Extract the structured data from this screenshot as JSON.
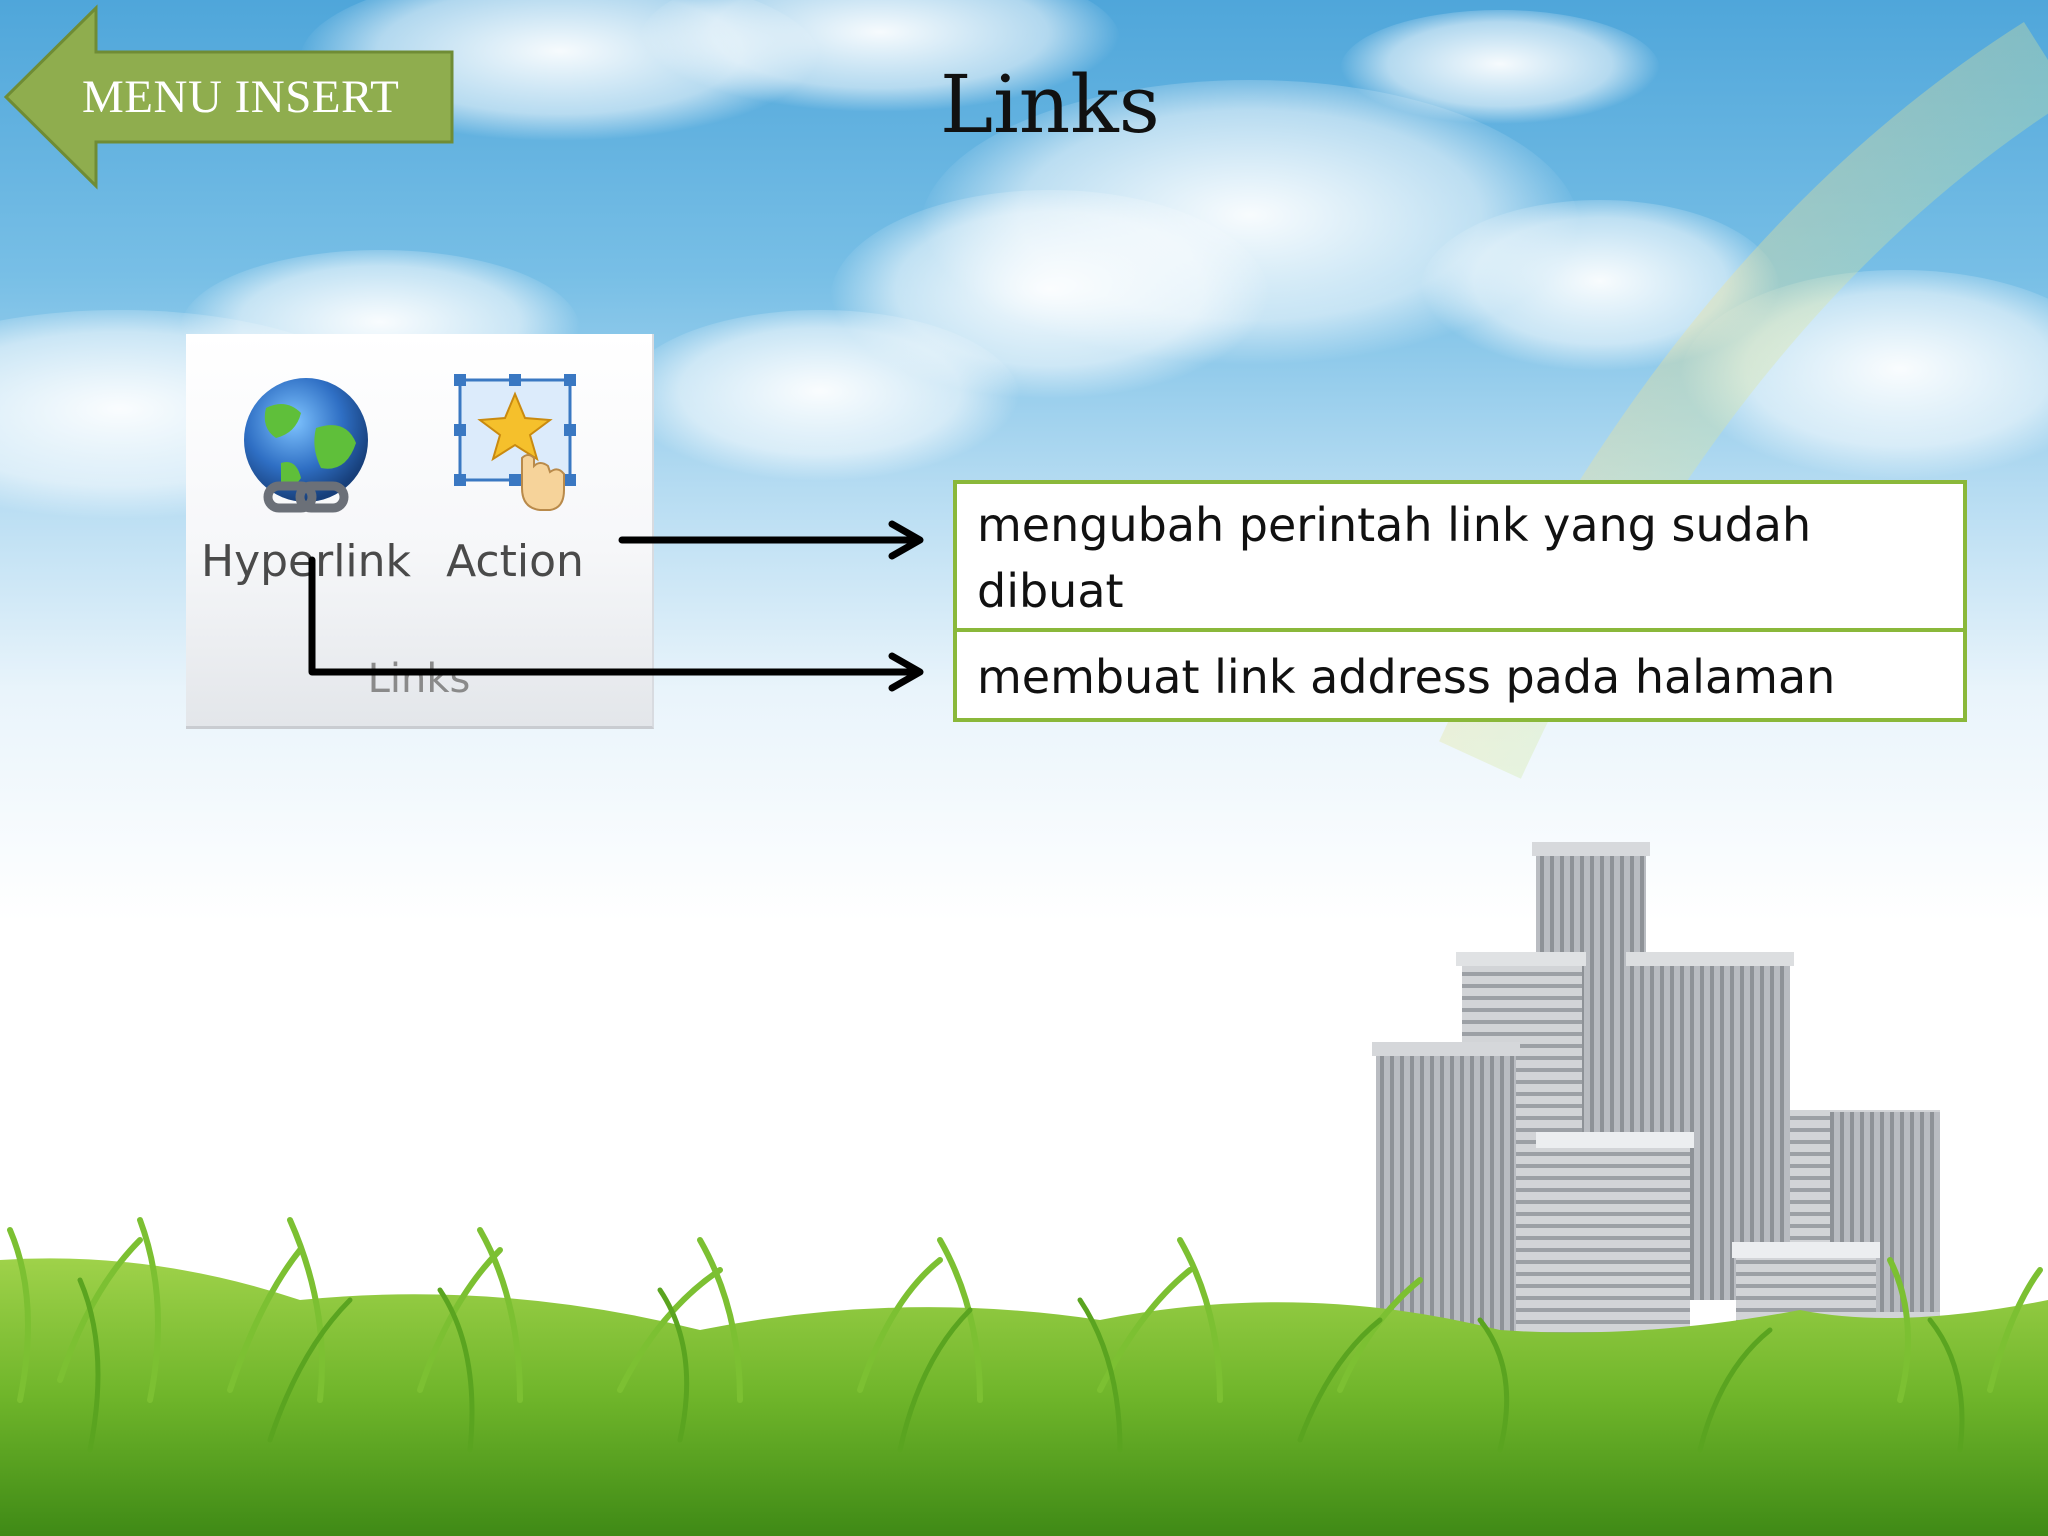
{
  "nav": {
    "back_label": "MENU INSERT"
  },
  "title": "Links",
  "ribbon": {
    "buttons": [
      {
        "label": "Hyperlink",
        "icon": "globe-chain-icon"
      },
      {
        "label": "Action",
        "icon": "star-pointer-icon"
      }
    ],
    "group_label": "Links"
  },
  "descriptions": {
    "action": "mengubah perintah link yang sudah dibuat",
    "hyperlink": "membuat link address pada halaman"
  },
  "colors": {
    "accent_green": "#8ab83a",
    "button_green": "#8fad4e"
  }
}
